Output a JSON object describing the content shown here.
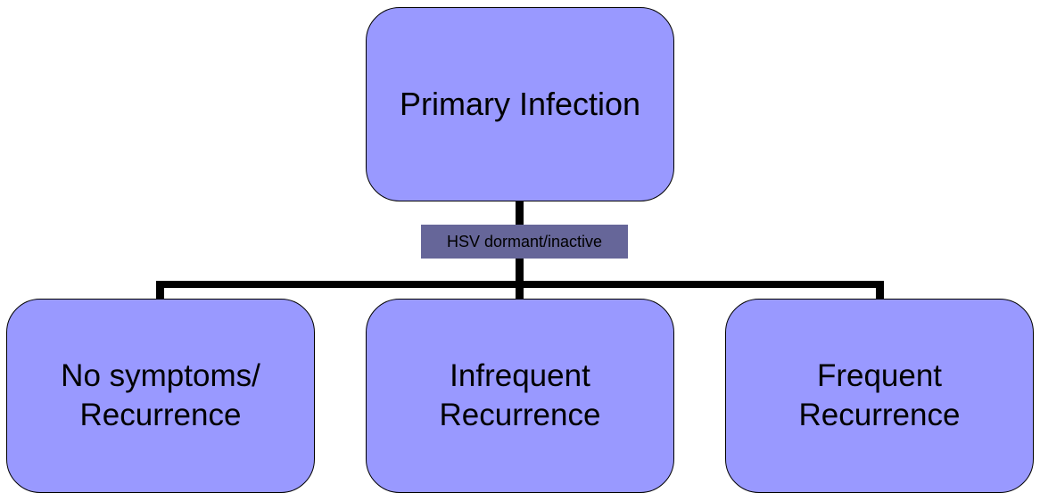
{
  "diagram": {
    "root": {
      "label": "Primary Infection"
    },
    "connector_label": "HSV dormant/inactive",
    "children": [
      {
        "line1": "No symptoms/",
        "line2": "Recurrence"
      },
      {
        "line1": "Infrequent",
        "line2": "Recurrence"
      },
      {
        "line1": "Frequent",
        "line2": "Recurrence"
      }
    ],
    "colors": {
      "box_fill": "#9999ff",
      "label_fill": "#666699",
      "line": "#000000"
    }
  }
}
